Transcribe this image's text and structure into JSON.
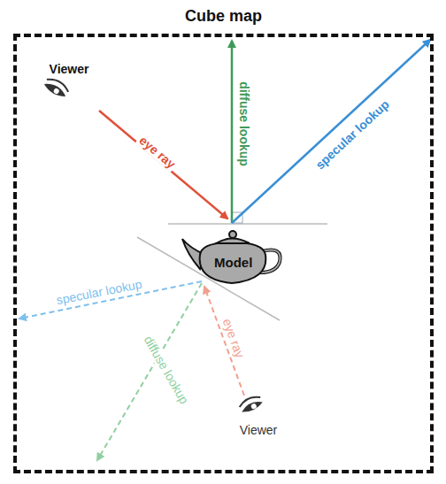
{
  "diagram": {
    "nodes": [
      {
        "text": [
          "Cube map"
        ]
      },
      {
        "text": [
          "Model"
        ],
        "in": 0
      }
    ],
    "labels": [
      "Viewer",
      "eye ray",
      "diffuse lookup",
      "specular lookup",
      "specular lookup",
      "diffuse lookup",
      "eye ray",
      "Viewer"
    ]
  }
}
